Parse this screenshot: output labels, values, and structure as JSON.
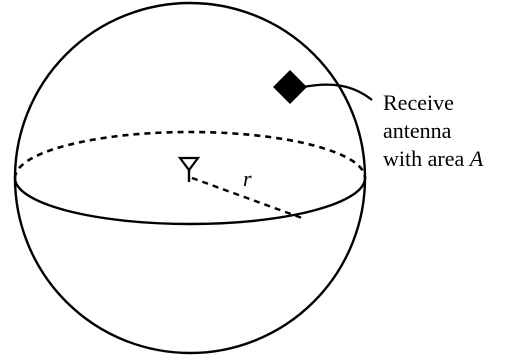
{
  "diagram": {
    "radius_symbol": "r",
    "label": {
      "line1": "Receive",
      "line2": "antenna",
      "line3_prefix": "with area ",
      "line3_var": "A"
    }
  }
}
